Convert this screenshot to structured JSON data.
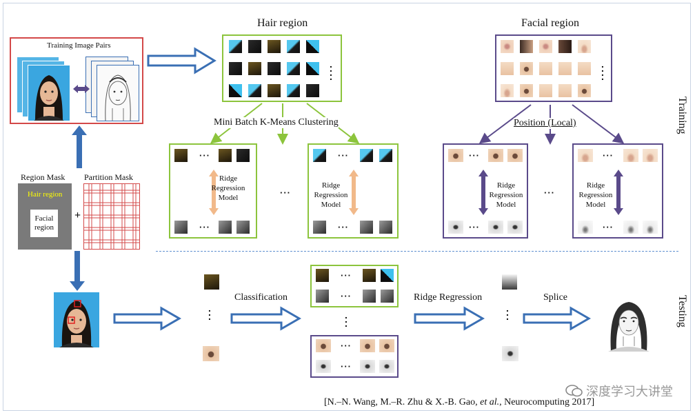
{
  "training_image_pairs": "Training Image Pairs",
  "hair_region": "Hair region",
  "facial_region": "Facial region",
  "clustering": "Mini Batch K-Means Clustering",
  "position": "Position (Local)",
  "region_mask": "Region Mask",
  "partition_mask": "Partition Mask",
  "mask_hair": "Hair region",
  "mask_facial_line1": "Facial",
  "mask_facial_line2": "region",
  "plus": "+",
  "ridge_line1": "Ridge",
  "ridge_line2": "Regression",
  "ridge_line3": "Model",
  "ellipsis": "…",
  "ellipsis3": "···",
  "classification": "Classification",
  "ridge_regression": "Ridge Regression",
  "splice": "Splice",
  "training": "Training",
  "testing": "Testing",
  "citation_pre": "[N.–N. Wang, M.–R. Zhu & X.-B. Gao, ",
  "citation_etal": "et al.",
  "citation_post": ", Neurocomputing 2017]",
  "watermark": "深度学习大讲堂",
  "colors": {
    "green": "#8cc43c",
    "purple": "#5a4a8a",
    "blue_arrow": "#3a6fb4",
    "red_box": "#d34848",
    "orange_arrow": "#f1b98a",
    "mask_yellow": "#ffff00"
  }
}
